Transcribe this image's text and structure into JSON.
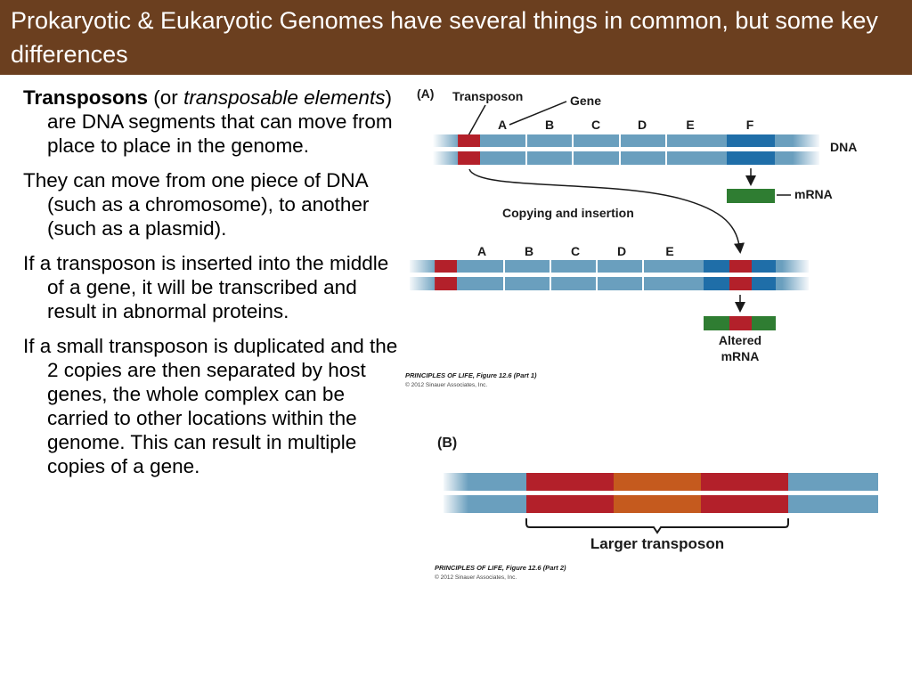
{
  "title": "Prokaryotic & Eukaryotic Genomes have several things in common, but some key differences",
  "paragraphs": {
    "p1_bold": "Transposons",
    "p1_a": " (or ",
    "p1_italic": "transposable elements",
    "p1_b": ") are DNA segments that can move from place to place in the genome.",
    "p2": "They can move from one piece of DNA (such as a chromosome), to another (such as a plasmid).",
    "p3": "If a transposon is inserted into the middle of a gene, it will be transcribed and result in abnormal proteins.",
    "p4": "If a small transposon is duplicated and the 2 copies are then separated by host genes, the whole complex can be carried to other locations within the genome. This can result in multiple copies of a gene."
  },
  "figure_a": {
    "panel_label": "(A)",
    "transposon_label": "Transposon",
    "gene_label": "Gene",
    "genes_top": [
      "A",
      "B",
      "C",
      "D",
      "E",
      "F"
    ],
    "genes_bottom": [
      "A",
      "B",
      "C",
      "D",
      "E"
    ],
    "dna_label": "DNA",
    "mrna_label": "mRNA",
    "copy_label": "Copying and insertion",
    "altered_line1": "Altered",
    "altered_line2": "mRNA",
    "credit_title": "PRINCIPLES OF LIFE, Figure 12.6 (Part 1)",
    "credit_copy": "© 2012 Sinauer Associates, Inc."
  },
  "figure_b": {
    "panel_label": "(B)",
    "larger_label": "Larger transposon",
    "credit_title": "PRINCIPLES OF LIFE, Figure 12.6 (Part 2)",
    "credit_copy": "© 2012 Sinauer Associates, Inc."
  },
  "colors": {
    "title_bar": "#6b3f1f",
    "dna_blue": "#6a9fbe",
    "gene_f_blue": "#1f6ea8",
    "transposon_red": "#b3202a",
    "mrna_green": "#2f7d32",
    "orange_segment": "#c55a1e"
  }
}
